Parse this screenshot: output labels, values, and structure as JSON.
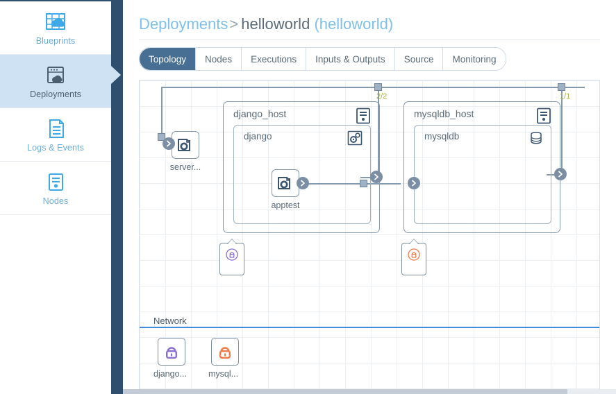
{
  "sidebar": {
    "items": [
      {
        "label": "Blueprints",
        "icon": "blueprints-icon",
        "active": false
      },
      {
        "label": "Deployments",
        "icon": "deployments-icon",
        "active": true
      },
      {
        "label": "Logs & Events",
        "icon": "logs-events-icon",
        "active": false
      },
      {
        "label": "Nodes",
        "icon": "nodes-icon",
        "active": false
      }
    ],
    "active_color": "#cfe2f3",
    "edge_color": "#2e4f6e",
    "label_color": "#6aaede"
  },
  "header": {
    "breadcrumb_root": "Deployments",
    "breadcrumb_separator": ">",
    "deployment_name": "helloworld",
    "deployment_id": "(helloworld)"
  },
  "tabs": [
    {
      "label": "Topology",
      "active": true
    },
    {
      "label": "Nodes",
      "active": false
    },
    {
      "label": "Executions",
      "active": false
    },
    {
      "label": "Inputs & Outputs",
      "active": false
    },
    {
      "label": "Source",
      "active": false
    },
    {
      "label": "Monitoring",
      "active": false
    }
  ],
  "topology": {
    "hosts": [
      {
        "title": "django_host",
        "icon": "server-list-icon",
        "child": {
          "title": "django",
          "icon": "cogs-icon"
        },
        "badge": {
          "icon": "lock-circle-icon",
          "color": "#8a6fd1"
        },
        "instance_count": ""
      },
      {
        "title": "mysqldb_host",
        "icon": "server-list-icon",
        "child": {
          "title": "mysqldb",
          "icon": "database-icon"
        },
        "badge": {
          "icon": "lock-circle-icon",
          "color": "#f07a4a"
        },
        "instance_count": ""
      }
    ],
    "leaf_nodes": [
      {
        "caption": "server...",
        "icon": "package-gear-icon"
      },
      {
        "caption": "apptest",
        "icon": "package-gear-icon"
      }
    ],
    "relationship_counts": [
      {
        "value": "2/2",
        "color": "#a6b23c"
      },
      {
        "value": "1/1",
        "color": "#a6b23c"
      }
    ],
    "network": {
      "section_label": "Network",
      "rule_color": "#3c8dde",
      "nodes": [
        {
          "caption": "django...",
          "icon": "lock-icon",
          "color": "#8a6fd1"
        },
        {
          "caption": "mysql...",
          "icon": "lock-icon",
          "color": "#f07a4a"
        }
      ]
    },
    "wire_color": "#8599ad",
    "box_border_color": "#8599ad"
  }
}
